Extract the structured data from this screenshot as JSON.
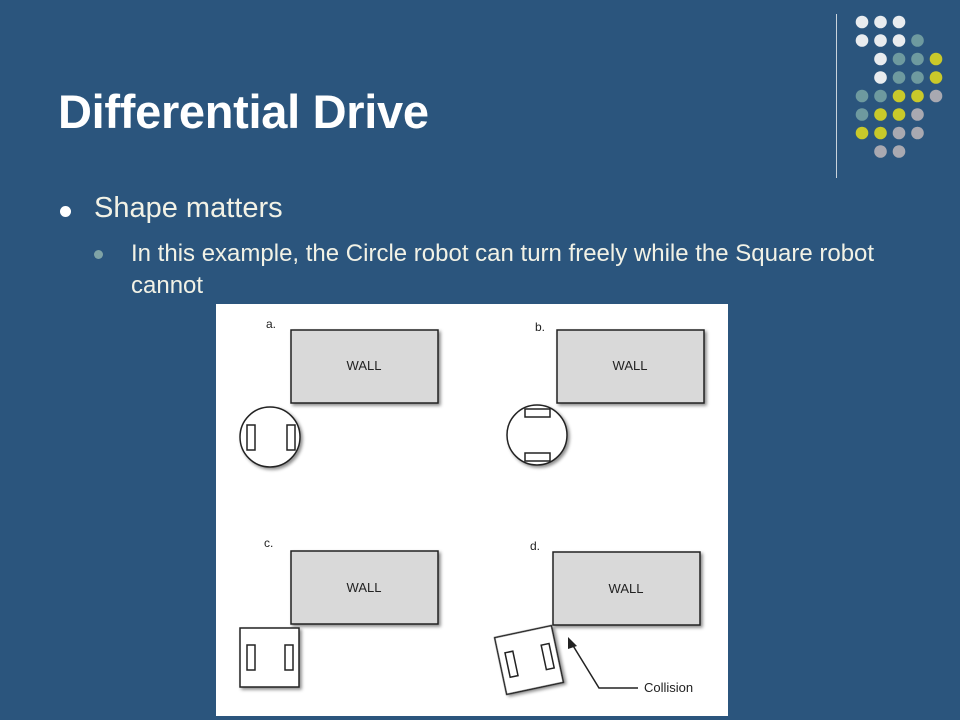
{
  "slide": {
    "title": "Differential Drive",
    "bullets": [
      {
        "text": "Shape matters"
      }
    ],
    "sub_bullets": [
      {
        "text": "In this example, the Circle robot can turn freely while the Square robot cannot"
      }
    ]
  },
  "figure": {
    "panels": [
      {
        "label": "a.",
        "wall_label": "WALL",
        "robot": "circle"
      },
      {
        "label": "b.",
        "wall_label": "WALL",
        "robot": "circle"
      },
      {
        "label": "c.",
        "wall_label": "WALL",
        "robot": "square"
      },
      {
        "label": "d.",
        "wall_label": "WALL",
        "robot": "square"
      }
    ],
    "annotation": "Collision"
  },
  "theme": {
    "background": "#2B557D",
    "title_color": "#FFFFFF",
    "text_color": "#F2F2E6",
    "wall_fill": "#D9D9D9",
    "dot_white": "#E9ECEF",
    "dot_teal": "#6E9A9F",
    "dot_yellow": "#C9C92A",
    "dot_gray": "#A9A9B1"
  }
}
